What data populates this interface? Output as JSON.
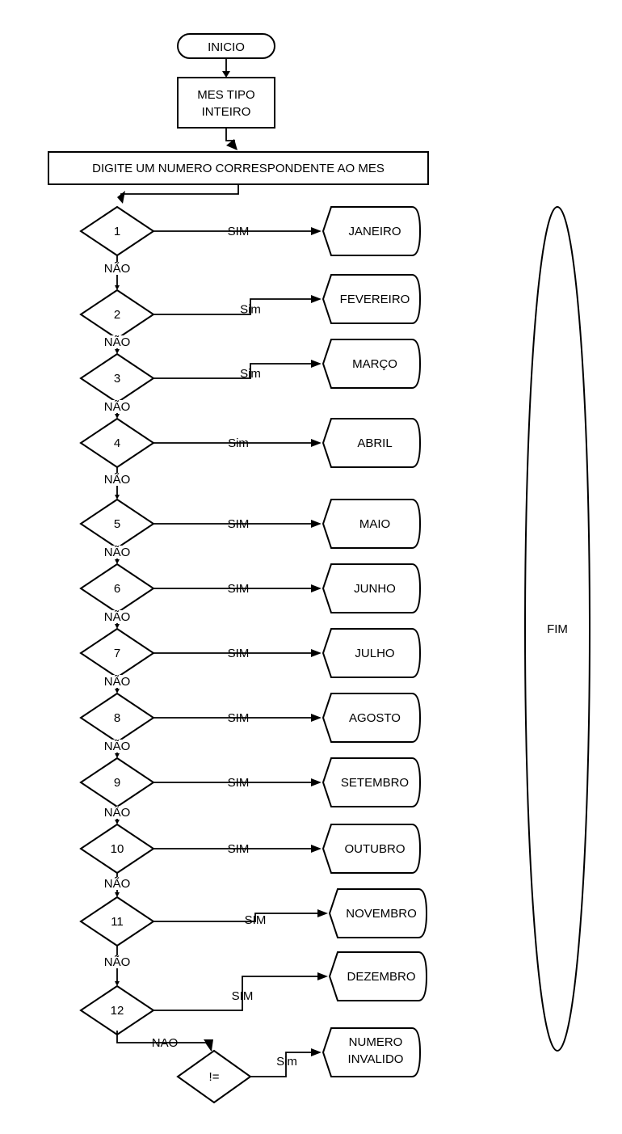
{
  "start": "INICIO",
  "declaration": [
    "MES TIPO",
    "INTEIRO"
  ],
  "input_prompt": "DIGITE UM NUMERO CORRESPONDENTE AO MES",
  "end": "FIM",
  "months": [
    {
      "decision": "1",
      "yes": "SIM",
      "output": "JANEIRO",
      "no": "NÃO"
    },
    {
      "decision": "2",
      "yes": "Sim",
      "output": "FEVEREIRO",
      "no": "NÃO"
    },
    {
      "decision": "3",
      "yes": "Sim",
      "output": "MARÇO",
      "no": "NÃO"
    },
    {
      "decision": "4",
      "yes": "Sim",
      "output": "ABRIL",
      "no": "NÃO"
    },
    {
      "decision": "5",
      "yes": "SIM",
      "output": "MAIO",
      "no": "NÃO"
    },
    {
      "decision": "6",
      "yes": "SIM",
      "output": "JUNHO",
      "no": "NÃO"
    },
    {
      "decision": "7",
      "yes": "SIM",
      "output": "JULHO",
      "no": "NÃO"
    },
    {
      "decision": "8",
      "yes": "SIM",
      "output": "AGOSTO",
      "no": "NÃO"
    },
    {
      "decision": "9",
      "yes": "SIM",
      "output": "SETEMBRO",
      "no": "NÃO"
    },
    {
      "decision": "10",
      "yes": "SIM",
      "output": "OUTUBRO",
      "no": "NÃO"
    },
    {
      "decision": "11",
      "yes": "SIM",
      "output": "NOVEMBRO",
      "no": "NÃO"
    },
    {
      "decision": "12",
      "yes": "SIM",
      "output": "DEZEMBRO",
      "no": "NAO"
    }
  ],
  "invalid": {
    "decision": "!=",
    "yes": "Sim",
    "output": [
      "NUMERO",
      "INVALIDO"
    ]
  }
}
